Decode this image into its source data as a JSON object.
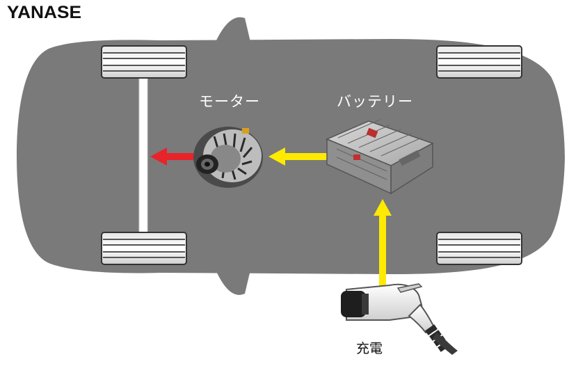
{
  "logo": {
    "text": "YANASE"
  },
  "labels": {
    "motor": "モーター",
    "battery": "バッテリー",
    "charging": "充電"
  },
  "colors": {
    "car_body": "#7a7a7a",
    "power_arrow": "#ffea00",
    "drive_arrow": "#e8232a",
    "label_text": "#ffffff"
  },
  "icons": {
    "motor": "alternator-motor-icon",
    "battery": "battery-pack-icon",
    "charger": "ev-charging-plug-icon"
  }
}
